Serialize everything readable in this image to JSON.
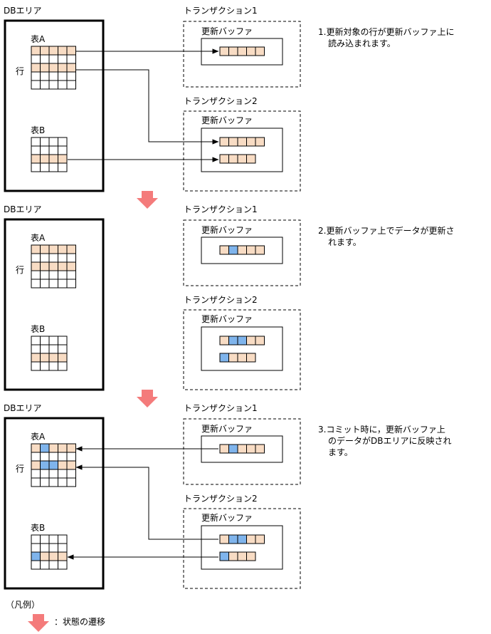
{
  "colors": {
    "line": "#000000",
    "row_fill": "#f8dcc4",
    "updated_fill": "#7fb4ec",
    "empty_fill": "#ffffff",
    "transition_arrow": "#f47b7b"
  },
  "labels": {
    "db_area": "DBエリア",
    "table_a": "表A",
    "table_b": "表B",
    "row": "行",
    "tx1": "トランザクション1",
    "tx2": "トランザクション2",
    "update_buffer": "更新バッファ"
  },
  "steps": [
    {
      "id": "step1",
      "desc_lines": [
        "1.更新対象の行が更新バッファ上に",
        "読み込まれます。"
      ],
      "tableA": [
        [
          "r",
          "r",
          "r",
          "r",
          "r"
        ],
        [
          "e",
          "e",
          "e",
          "e",
          "e"
        ],
        [
          "r",
          "r",
          "r",
          "r",
          "r"
        ],
        [
          "e",
          "e",
          "e",
          "e",
          "e"
        ],
        [
          "e",
          "e",
          "e",
          "e",
          "e"
        ]
      ],
      "tableB": [
        [
          "e",
          "e",
          "e",
          "e"
        ],
        [
          "e",
          "e",
          "e",
          "e"
        ],
        [
          "r",
          "r",
          "r",
          "r"
        ],
        [
          "e",
          "e",
          "e",
          "e"
        ]
      ],
      "tx1_buf": [
        [
          "r",
          "r",
          "r",
          "r",
          "r"
        ]
      ],
      "tx2_buf": [
        [
          "r",
          "r",
          "r",
          "r",
          "r"
        ],
        [
          "r",
          "r",
          "r",
          "r"
        ]
      ],
      "arrow_dir": "to_buffer"
    },
    {
      "id": "step2",
      "desc_lines": [
        "2.更新バッファ上でデータが更新さ",
        "れます。"
      ],
      "tableA": [
        [
          "r",
          "r",
          "r",
          "r",
          "r"
        ],
        [
          "e",
          "e",
          "e",
          "e",
          "e"
        ],
        [
          "r",
          "r",
          "r",
          "r",
          "r"
        ],
        [
          "e",
          "e",
          "e",
          "e",
          "e"
        ],
        [
          "e",
          "e",
          "e",
          "e",
          "e"
        ]
      ],
      "tableB": [
        [
          "e",
          "e",
          "e",
          "e"
        ],
        [
          "e",
          "e",
          "e",
          "e"
        ],
        [
          "r",
          "r",
          "r",
          "r"
        ],
        [
          "e",
          "e",
          "e",
          "e"
        ]
      ],
      "tx1_buf": [
        [
          "r",
          "u",
          "r",
          "r",
          "r"
        ]
      ],
      "tx2_buf": [
        [
          "r",
          "u",
          "u",
          "r",
          "r"
        ],
        [
          "u",
          "r",
          "r",
          "r"
        ]
      ],
      "arrow_dir": "none"
    },
    {
      "id": "step3",
      "desc_lines": [
        "3.コミット時に，更新バッファ上",
        "のデータがDBエリアに反映され",
        "ます。"
      ],
      "tableA": [
        [
          "r",
          "u",
          "r",
          "r",
          "r"
        ],
        [
          "e",
          "e",
          "e",
          "e",
          "e"
        ],
        [
          "r",
          "u",
          "u",
          "r",
          "r"
        ],
        [
          "e",
          "e",
          "e",
          "e",
          "e"
        ],
        [
          "e",
          "e",
          "e",
          "e",
          "e"
        ]
      ],
      "tableB": [
        [
          "e",
          "e",
          "e",
          "e"
        ],
        [
          "e",
          "e",
          "e",
          "e"
        ],
        [
          "u",
          "r",
          "r",
          "r"
        ],
        [
          "e",
          "e",
          "e",
          "e"
        ]
      ],
      "tx1_buf": [
        [
          "r",
          "u",
          "r",
          "r",
          "r"
        ]
      ],
      "tx2_buf": [
        [
          "r",
          "u",
          "u",
          "r",
          "r"
        ],
        [
          "u",
          "r",
          "r",
          "r"
        ]
      ],
      "arrow_dir": "to_db"
    }
  ],
  "legend": {
    "title": "（凡例）",
    "transition": "：状態の遷移"
  }
}
